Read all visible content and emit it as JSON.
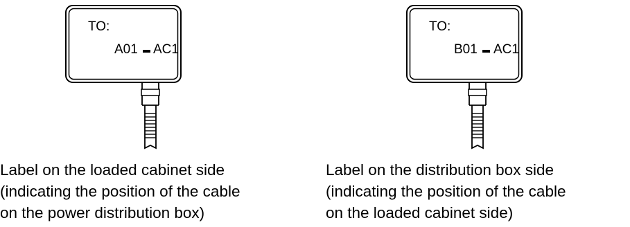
{
  "labels": [
    {
      "to": "TO:",
      "from_code": "A01",
      "to_code": "AC1",
      "caption": [
        "Label on the loaded cabinet side",
        "(indicating the position of the cable",
        "on the power distribution box)"
      ]
    },
    {
      "to": "TO:",
      "from_code": "B01",
      "to_code": "AC1",
      "caption": [
        "Label on the distribution box side",
        "(indicating the position of the cable",
        "on the loaded cabinet side)"
      ]
    }
  ]
}
